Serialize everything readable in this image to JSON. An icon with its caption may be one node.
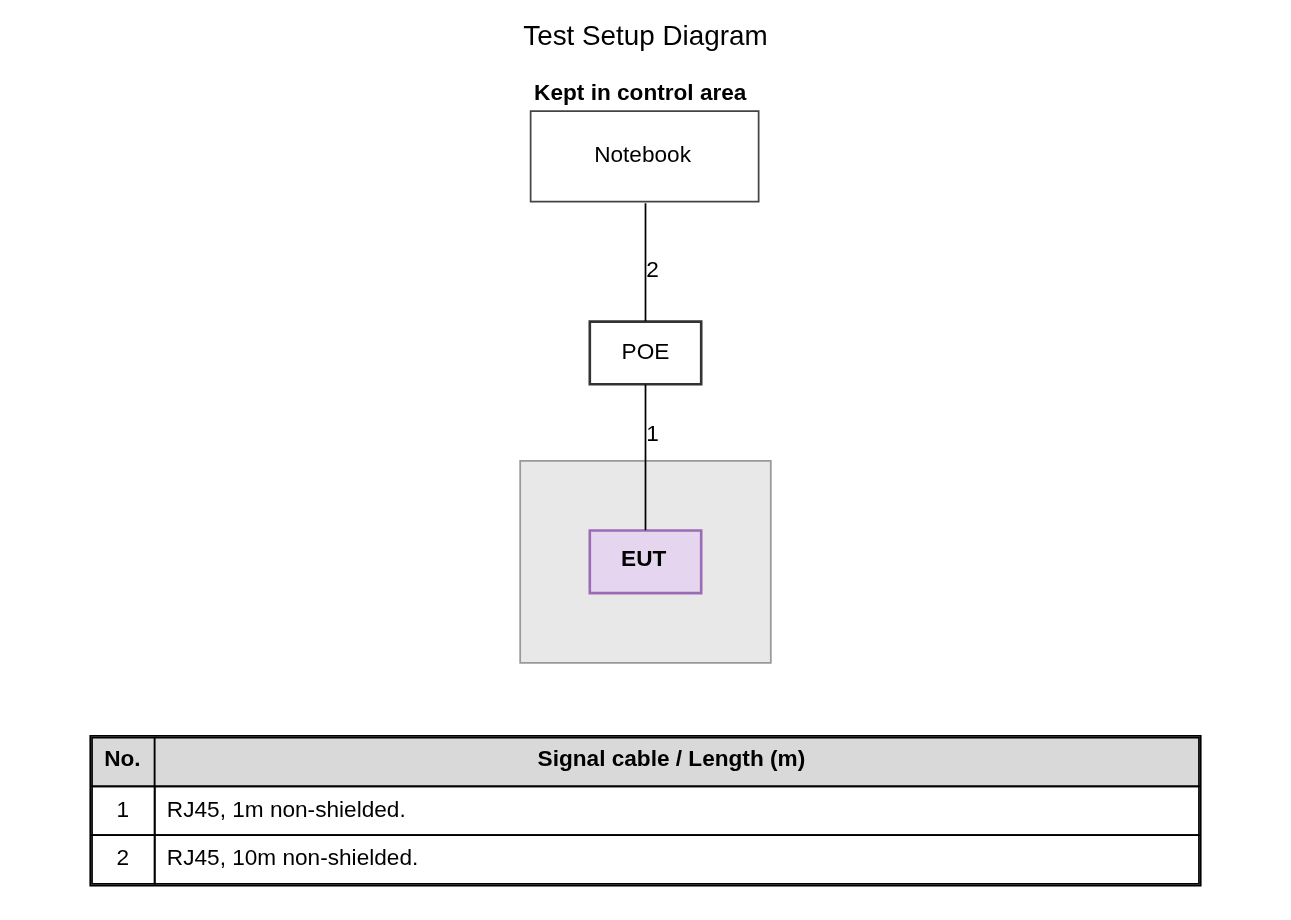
{
  "diagram": {
    "title": "Test Setup Diagram",
    "nodes": [
      {
        "text": [
          "Kept in control area",
          "Notebook"
        ]
      },
      {
        "text": [],
        "shape": "box"
      },
      {
        "text": [
          "POE"
        ]
      },
      {
        "text": [
          "EUT"
        ],
        "in": 1
      }
    ],
    "edges": [
      {
        "from": 0,
        "to": 2,
        "arrow": "none",
        "label": "2"
      },
      {
        "from": 2,
        "to": 3,
        "arrow": "none",
        "label": "1"
      }
    ],
    "labels": [
      "No.",
      "Signal cable / Length (m)",
      "1",
      "RJ45, 1m non-shielded.",
      "2",
      "RJ45, 10m non-shielded."
    ]
  }
}
